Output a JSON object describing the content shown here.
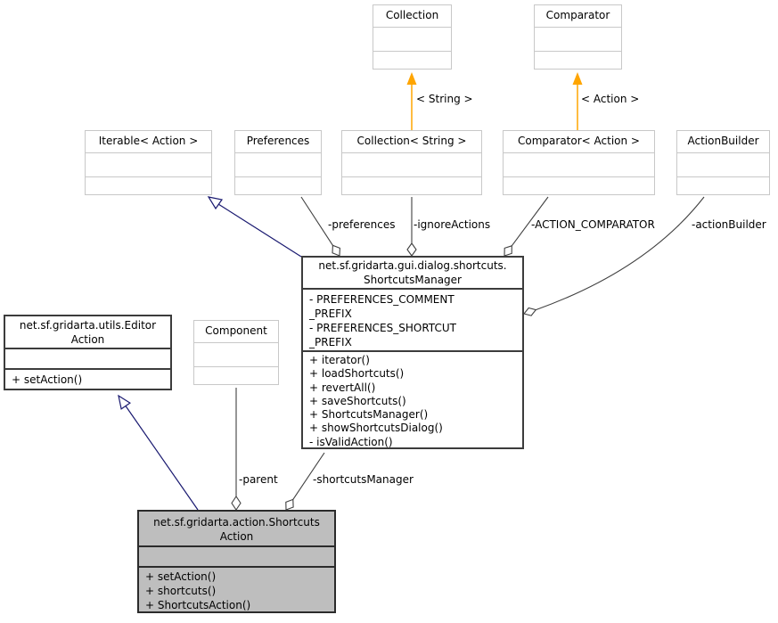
{
  "diagram_type": "uml-collaboration-diagram",
  "colors": {
    "template_arrow": "#FFA500",
    "inheritance_arrow": "#191970",
    "association_line": "#404040",
    "class_border_light": "#C8C8C8",
    "class_border_dark": "#3C3C3C",
    "highlighted_fill": "#BEBEBE"
  },
  "classes": {
    "collection": {
      "title": "Collection"
    },
    "comparator": {
      "title": "Comparator"
    },
    "iterable_action": {
      "title": "Iterable< Action >"
    },
    "preferences": {
      "title": "Preferences"
    },
    "collection_string": {
      "title": "Collection< String >"
    },
    "comparator_action": {
      "title": "Comparator< Action >"
    },
    "action_builder": {
      "title": "ActionBuilder"
    },
    "editor_action": {
      "title_lines": [
        "net.sf.gridarta.utils.Editor",
        "Action"
      ],
      "methods": [
        "+ setAction()"
      ]
    },
    "component": {
      "title": "Component"
    },
    "shortcuts_manager": {
      "title_lines": [
        "net.sf.gridarta.gui.dialog.shortcuts.",
        "ShortcutsManager"
      ],
      "attribute_lines": [
        "- PREFERENCES_COMMENT",
        "_PREFIX",
        "- PREFERENCES_SHORTCUT",
        "_PREFIX"
      ],
      "methods": [
        "+ iterator()",
        "+ loadShortcuts()",
        "+ revertAll()",
        "+ saveShortcuts()",
        "+ ShortcutsManager()",
        "+ showShortcutsDialog()",
        "- isValidAction()"
      ]
    },
    "shortcuts_action": {
      "title_lines": [
        "net.sf.gridarta.action.Shortcuts",
        "Action"
      ],
      "methods": [
        "+ setAction()",
        "+ shortcuts()",
        "+ ShortcutsAction()"
      ]
    }
  },
  "edge_labels": {
    "string_template": "< String >",
    "action_template": "< Action >",
    "preferences": "-preferences",
    "ignore_actions": "-ignoreActions",
    "action_comparator": "-ACTION_COMPARATOR",
    "action_builder": "-actionBuilder",
    "parent": "-parent",
    "shortcuts_manager": "-shortcutsManager"
  }
}
